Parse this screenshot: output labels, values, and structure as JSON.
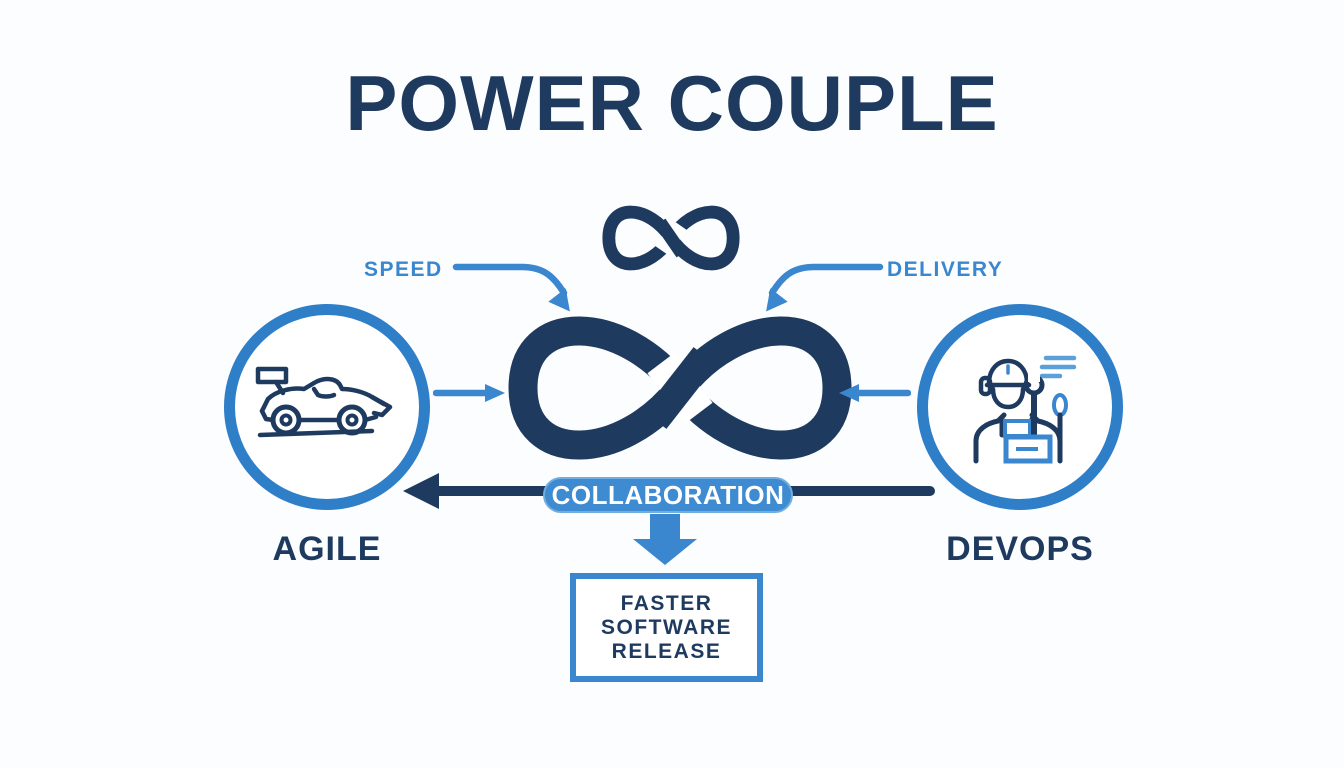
{
  "title": "POWER COUPLE",
  "labels": {
    "speed": "SPEED",
    "delivery": "DELIVERY",
    "collaboration": "COLLABORATION",
    "agile": "AGILE",
    "devops": "DEVOPS"
  },
  "result_box": {
    "line1": "FASTER",
    "line2": "SOFTWARE",
    "line3": "RELEASE"
  },
  "icons": {
    "header": "infinity-icon",
    "center": "infinity-icon",
    "left_circle": "race-car-icon",
    "right_circle": "mechanic-icon"
  },
  "colors": {
    "navy": "#1e3a5f",
    "blue": "#3a86cf",
    "ring_blue": "#2e7ec8",
    "light_blue": "#5aa1dc",
    "pill_blue": "#3e8bd2",
    "pill_border": "#71aee0",
    "background": "#fcfdfe"
  }
}
